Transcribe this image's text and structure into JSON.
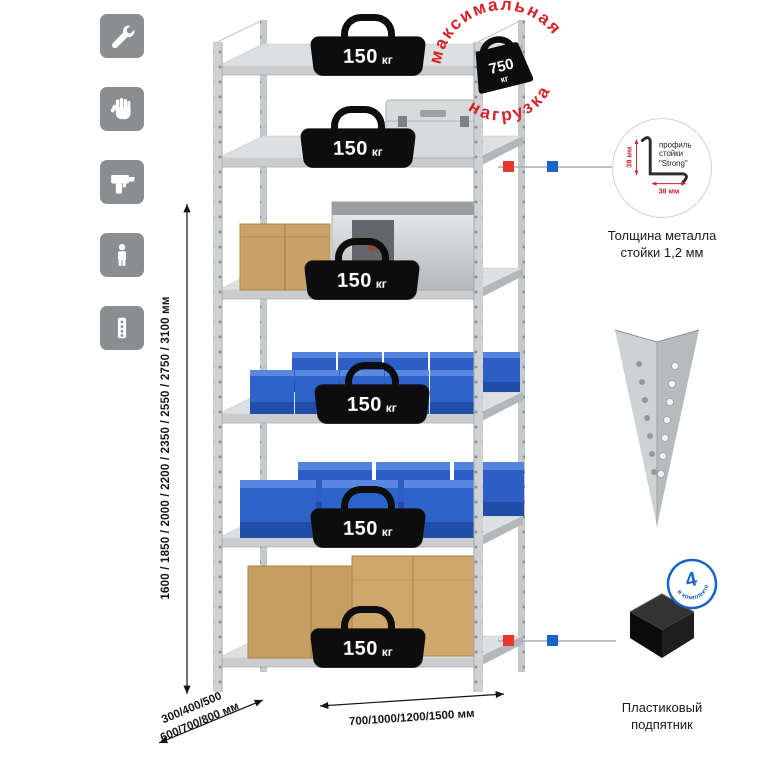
{
  "page": {
    "background": "#ffffff"
  },
  "colors": {
    "stamp_red": "#d8232a",
    "marker_red": "#e8372c",
    "accent_blue": "#1864c8",
    "badge_black": "#0d0d0d",
    "icon_tile_gray": "#8b8e91",
    "bin_blue": "#2c5ec6",
    "cardboard_tan": "#c79e62",
    "metal_gray": "#d9dbdd"
  },
  "left_icons": {
    "items": [
      {
        "name": "wrench-icon"
      },
      {
        "name": "gloves-icon"
      },
      {
        "name": "drill-icon"
      },
      {
        "name": "person-icon"
      },
      {
        "name": "perforated-profile-icon"
      }
    ]
  },
  "dimensions": {
    "height_options": "1600 / 1850 / 2000 / 2200 / 2350 / 2550 / 2750 / 3100 мм",
    "depth_options_line1": "300/400/500",
    "depth_options_line2": "600/700/800 мм",
    "width_options": "700/1000/1200/1500 мм"
  },
  "shelf_load": {
    "value": "150",
    "unit": "кг"
  },
  "max_load_stamp": {
    "arc_top": "максимальная",
    "arc_bottom": "нагрузка",
    "value": "750",
    "unit": "кг"
  },
  "profile_detail": {
    "label_line1": "профиль",
    "label_line2": "стойки",
    "label_line3": "\"Strong\"",
    "dim_vertical": "38 мм",
    "dim_horizontal": "38 мм",
    "caption_line1": "Толщина металла",
    "caption_line2": "стойки 1,2 мм"
  },
  "foot_detail": {
    "badge_value": "4",
    "badge_text": "в комплекте",
    "caption_line1": "Пластиковый",
    "caption_line2": "подпятник"
  }
}
